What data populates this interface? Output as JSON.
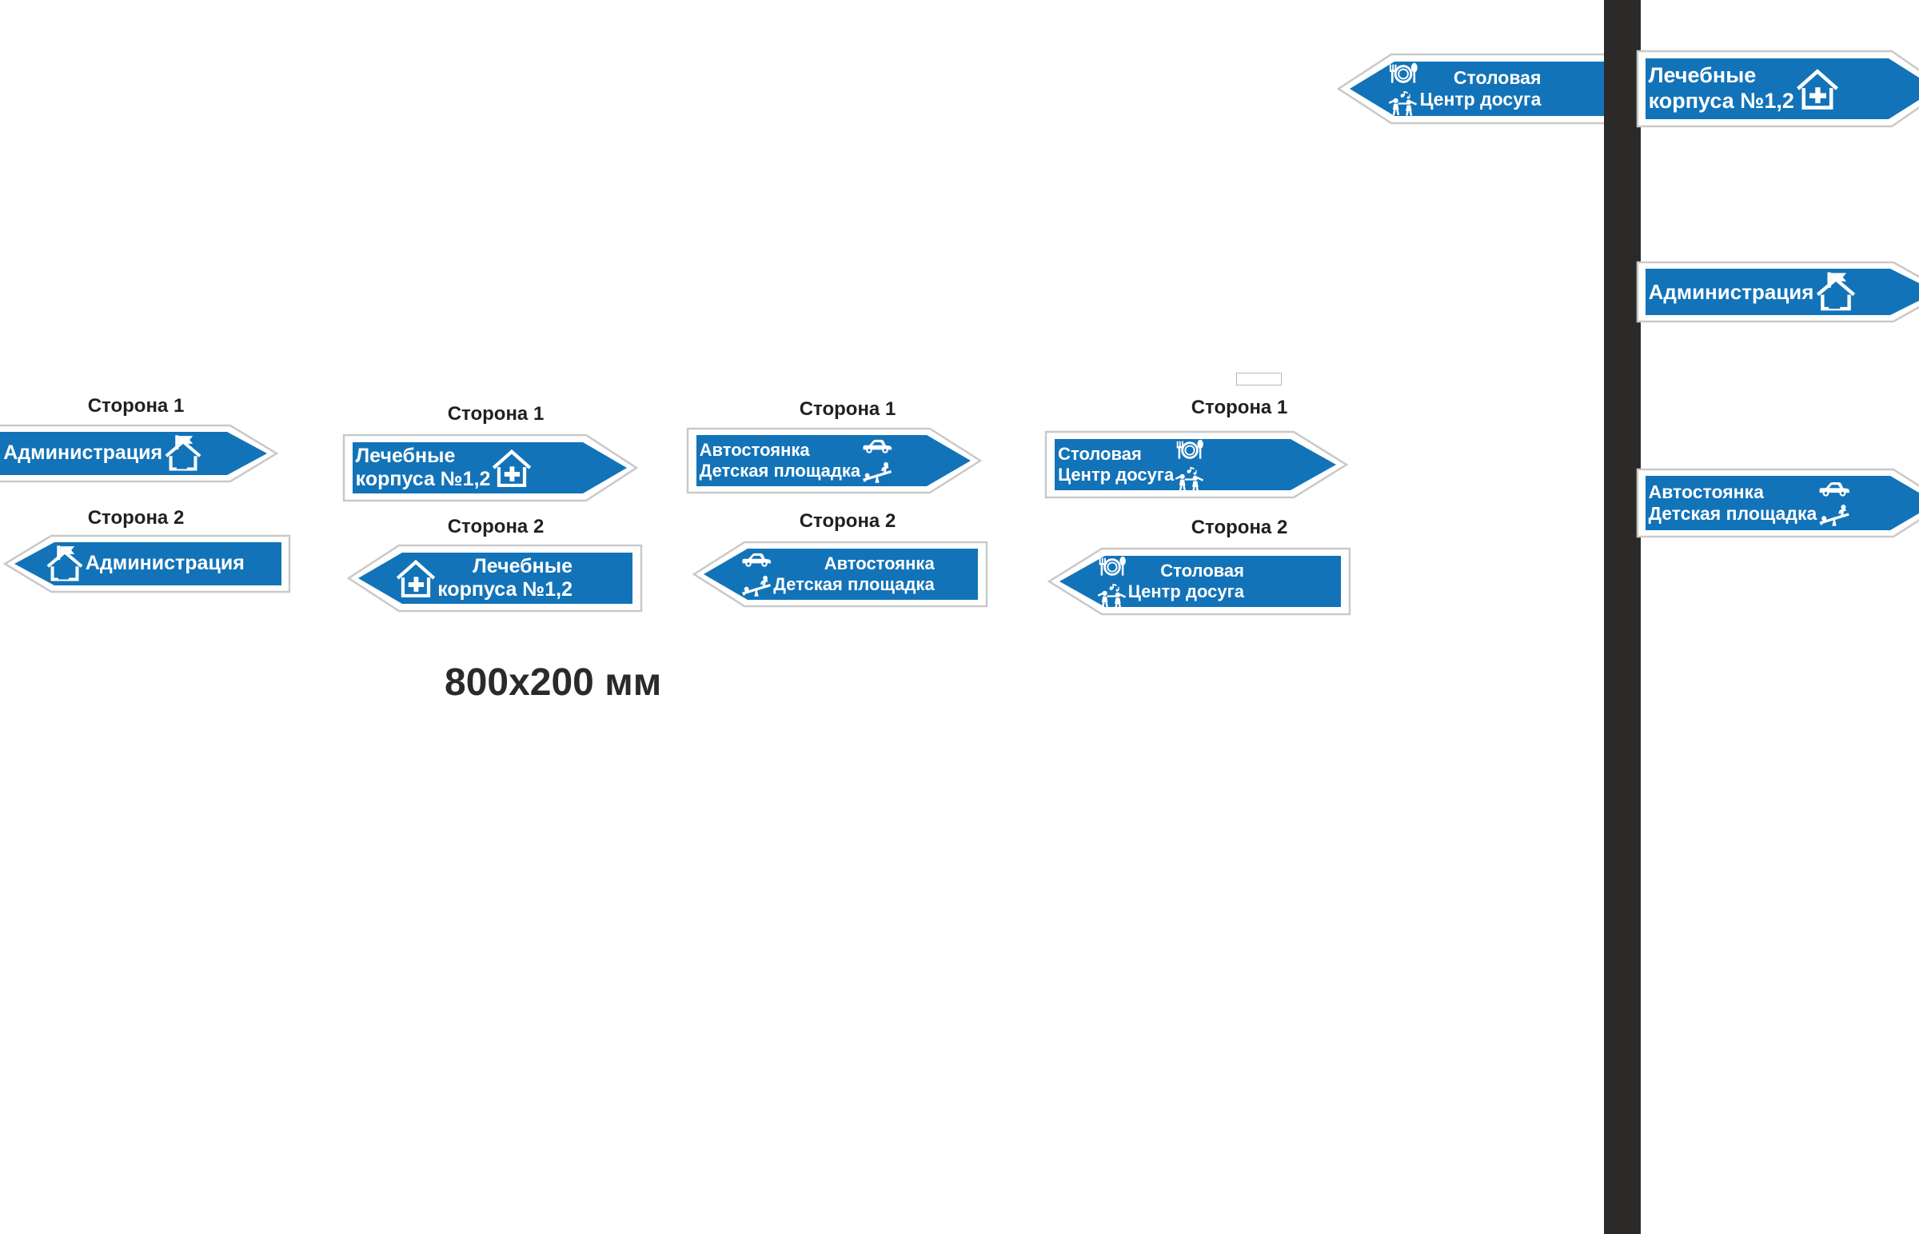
{
  "page": {
    "background_color": "#ffffff",
    "sign_blue": "#1273b8",
    "sign_border_color": "#c9c9c9",
    "pole_color": "#2b2a28",
    "text_color": "#ffffff",
    "caption_color": "#231f20"
  },
  "dimension_note": "800x200 мм",
  "side_labels": {
    "side1": "Сторона 1",
    "side2": "Сторона 2"
  },
  "groups": [
    {
      "id": "administration",
      "side1_caption": "Сторона 1",
      "side2_caption": "Сторона 2",
      "side1": {
        "direction": "right",
        "lines": [
          "Администрация"
        ],
        "icons": [
          "house-flag-icon"
        ]
      },
      "side2": {
        "direction": "left",
        "lines": [
          "Администрация"
        ],
        "icons": [
          "house-flag-icon"
        ]
      }
    },
    {
      "id": "medical-buildings",
      "side1_caption": "Сторона 1",
      "side2_caption": "Сторона 2",
      "side1": {
        "direction": "right",
        "lines": [
          "Лечебные",
          "корпуса №1,2"
        ],
        "icons": [
          "house-cross-icon"
        ]
      },
      "side2": {
        "direction": "left",
        "lines": [
          "Лечебные",
          "корпуса №1,2"
        ],
        "icons": [
          "house-cross-icon"
        ]
      }
    },
    {
      "id": "parking-playground",
      "side1_caption": "Сторона 1",
      "side2_caption": "Сторона 2",
      "side1": {
        "direction": "right",
        "lines": [
          "Автостоянка",
          "Детская площадка"
        ],
        "icons": [
          "car-icon",
          "seesaw-icon"
        ]
      },
      "side2": {
        "direction": "left",
        "lines": [
          "Автостоянка",
          "Детская площадка"
        ],
        "icons": [
          "car-icon",
          "seesaw-icon"
        ]
      }
    },
    {
      "id": "canteen-leisure",
      "side1_caption": "Сторона 1",
      "side2_caption": "Сторона 2",
      "side1": {
        "direction": "right",
        "lines": [
          "Столовая",
          "Центр досуга"
        ],
        "icons": [
          "cutlery-plate-icon",
          "dancers-music-icon"
        ]
      },
      "side2": {
        "direction": "left",
        "lines": [
          "Столовая",
          "Центр досуга"
        ],
        "icons": [
          "cutlery-plate-icon",
          "dancers-music-icon"
        ]
      }
    }
  ],
  "pole_signs": [
    {
      "id": "pole-canteen-left",
      "direction": "left",
      "lines": [
        "Столовая",
        "Центр досуга"
      ],
      "icons": [
        "cutlery-plate-icon",
        "dancers-music-icon"
      ]
    },
    {
      "id": "pole-medical-right",
      "direction": "right",
      "lines": [
        "Лечебные",
        "корпуса №1,2"
      ],
      "icons": [
        "house-cross-icon"
      ]
    },
    {
      "id": "pole-administration-right",
      "direction": "right",
      "lines": [
        "Администрация"
      ],
      "icons": [
        "house-flag-icon"
      ]
    },
    {
      "id": "pole-parking-right",
      "direction": "right",
      "lines": [
        "Автостоянка",
        "Детская площадка"
      ],
      "icons": [
        "car-icon",
        "seesaw-icon"
      ]
    }
  ]
}
